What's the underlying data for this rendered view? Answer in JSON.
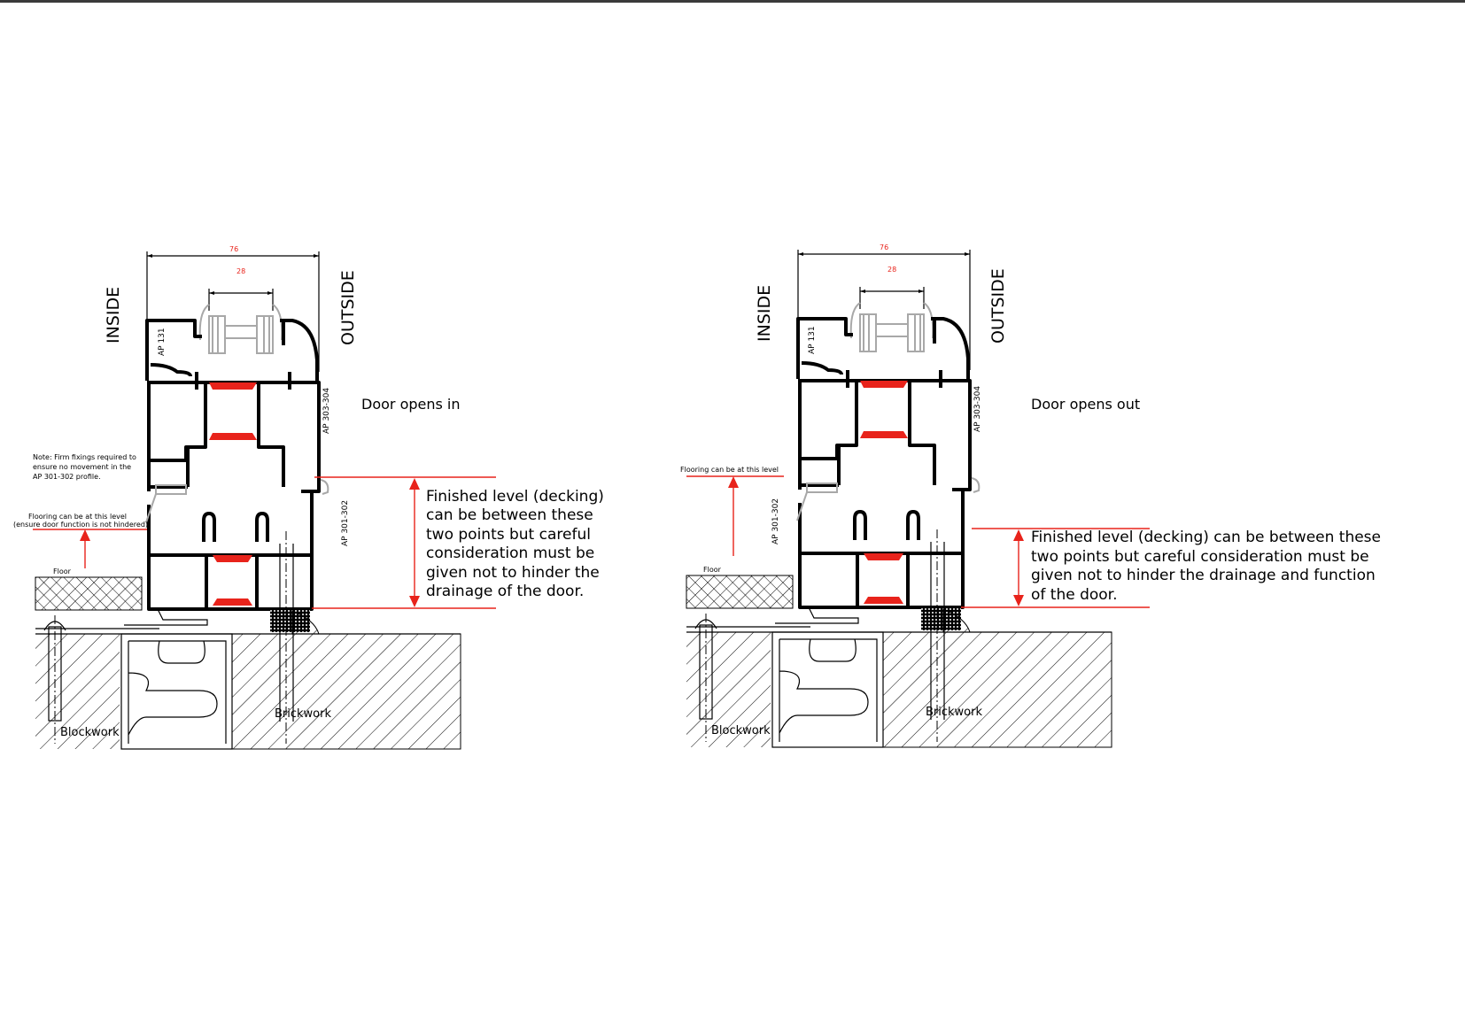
{
  "colors": {
    "accent_red": "#e8231b",
    "line": "#000000",
    "gasket_gray": "#a8a8a8"
  },
  "left": {
    "dimension_outer": "76",
    "dimension_glass": "28",
    "inside_label": "INSIDE",
    "outside_label": "OUTSIDE",
    "profile_labels": {
      "sash": "AP 131",
      "frame": "AP 303-304",
      "cill": "AP 301-302"
    },
    "title": "Door opens in",
    "note": [
      "Note: Firm fixings required to",
      "ensure no movement in the",
      "AP 301-302 profile."
    ],
    "flooring_label": [
      "Flooring can be at this level",
      "(ensure door function is not hindered)"
    ],
    "floor_label": "Floor",
    "finished_level": [
      "Finished level (decking)",
      "can be between these",
      "two points but careful",
      "consideration must be",
      "given not to hinder the",
      "drainage of the door."
    ],
    "blockwork_label": "Blockwork",
    "brickwork_label": "Brickwork"
  },
  "right": {
    "dimension_outer": "76",
    "dimension_glass": "28",
    "inside_label": "INSIDE",
    "outside_label": "OUTSIDE",
    "profile_labels": {
      "sash": "AP 131",
      "frame": "AP 303-304",
      "cill": "AP 301-302"
    },
    "title": "Door opens out",
    "flooring_label": [
      "Flooring can be at this level"
    ],
    "floor_label": "Floor",
    "finished_level": [
      "Finished level (decking) can be between these",
      "two points but careful consideration must be",
      "given not to hinder the drainage and function",
      "of the door."
    ],
    "blockwork_label": "Blockwork",
    "brickwork_label": "Brickwork"
  }
}
